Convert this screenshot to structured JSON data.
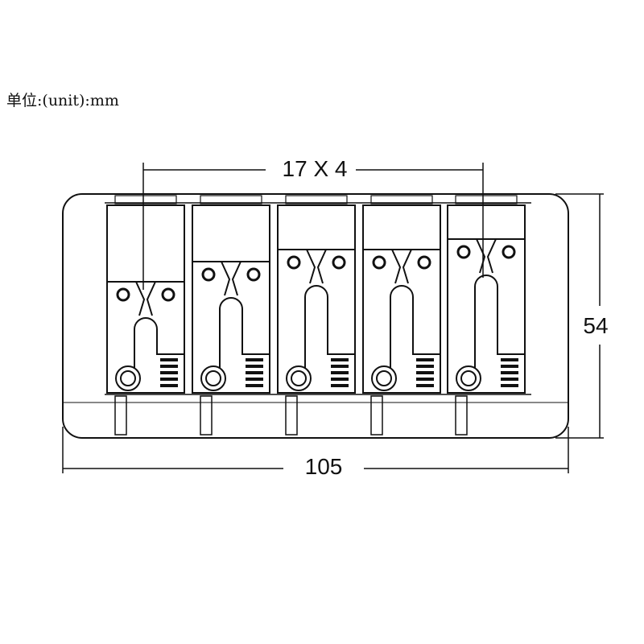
{
  "unit_label": "单位:(unit):mm",
  "dimensions": {
    "spacing": "17 X 4",
    "height": "54",
    "width": "105"
  },
  "bridge": {
    "saddle_count": 5
  },
  "colors": {
    "line": "#111111",
    "background": "#ffffff"
  }
}
